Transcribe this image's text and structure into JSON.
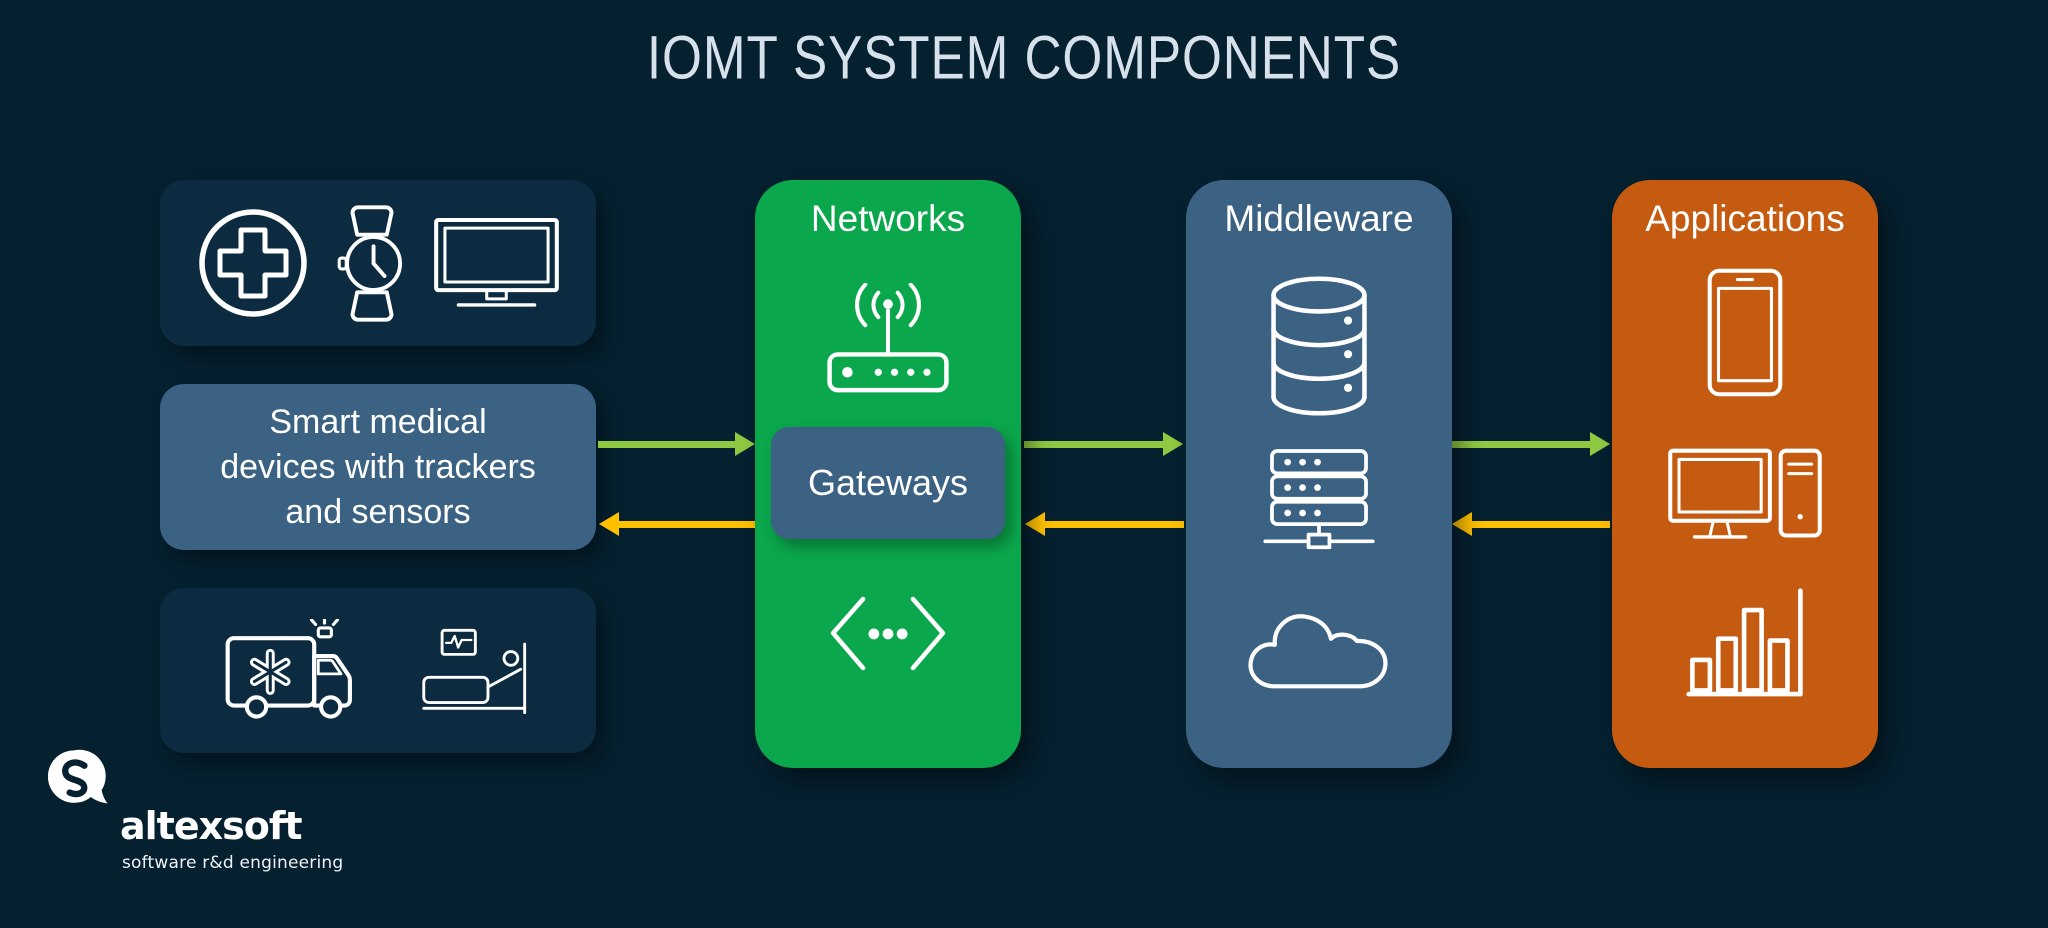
{
  "title": "IOMT SYSTEM COMPONENTS",
  "palette": {
    "background": "#05202f",
    "panel_dark": "#0d2b40",
    "steel_blue": "#3b6183",
    "green": "#0ba74c",
    "orange": "#c55a11",
    "forward_arrow_green": "#8ec941",
    "backward_arrow_yellow": "#ffc000",
    "title_text": "#d6e1eb",
    "icon_stroke": "#ffffff"
  },
  "devices": {
    "label": "Smart medical devices with trackers and sensors",
    "lines": [
      "Smart medical",
      "devices with trackers",
      "and sensors"
    ],
    "top_icons": [
      "medical-cross",
      "smartwatch",
      "tv-monitor"
    ],
    "bottom_icons": [
      "ambulance",
      "hospital-bed"
    ]
  },
  "columns": [
    {
      "title": "Networks",
      "color": "#0ba74c",
      "icons": [
        "wifi-router",
        "api-brackets"
      ],
      "gateway_label": "Gateways"
    },
    {
      "title": "Middleware",
      "color": "#3b6183",
      "icons": [
        "database",
        "server-rack",
        "cloud"
      ]
    },
    {
      "title": "Applications",
      "color": "#c55a11",
      "icons": [
        "smartphone",
        "desktop-computer",
        "bar-chart"
      ]
    }
  ],
  "arrows": [
    {
      "from": "smart-medical-devices",
      "to": "Networks",
      "direction": "right",
      "color": "#8ec941"
    },
    {
      "from": "Networks",
      "to": "smart-medical-devices",
      "direction": "left",
      "color": "#ffc000"
    },
    {
      "from": "Networks",
      "to": "Middleware",
      "direction": "right",
      "color": "#8ec941"
    },
    {
      "from": "Middleware",
      "to": "Networks",
      "direction": "left",
      "color": "#ffc000"
    },
    {
      "from": "Middleware",
      "to": "Applications",
      "direction": "right",
      "color": "#8ec941"
    },
    {
      "from": "Applications",
      "to": "Middleware",
      "direction": "left",
      "color": "#ffc000"
    }
  ],
  "logo": {
    "name": "altexsoft",
    "tagline": "software r&d engineering"
  }
}
